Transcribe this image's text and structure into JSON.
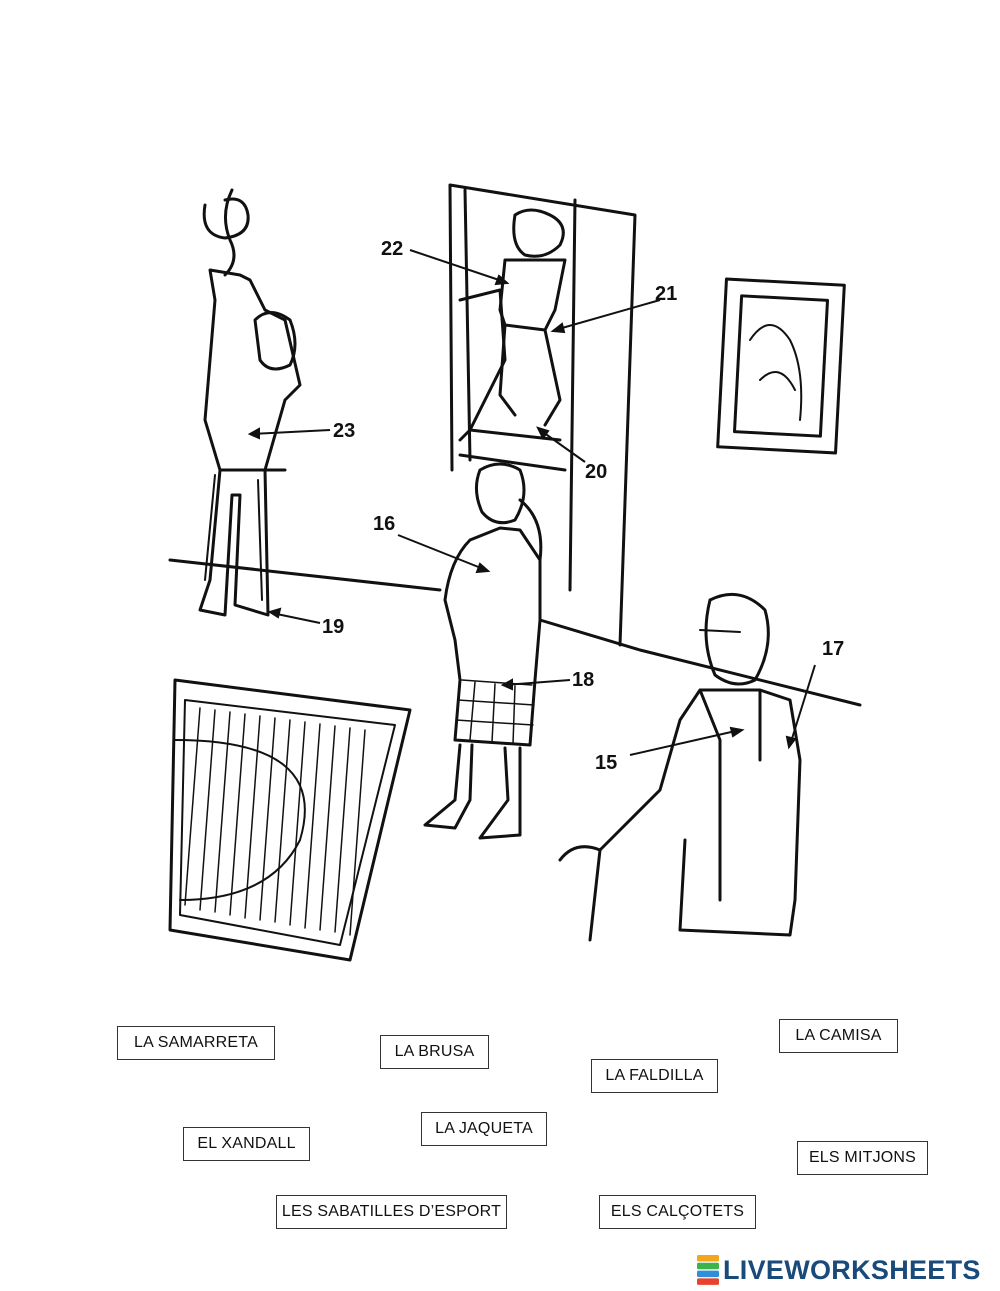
{
  "labels": [
    "22",
    "21",
    "23",
    "20",
    "16",
    "19",
    "18",
    "17",
    "15"
  ],
  "word_bank": [
    "LA SAMARRETA",
    "LA BRUSA",
    "LA CAMISA",
    "LA FALDILLA",
    "LA JAQUETA",
    "EL XANDALL",
    "ELS MITJONS",
    "LES SABATILLES D’ESPORT",
    "ELS CALÇOTETS"
  ],
  "brand": {
    "name": "LIVEWORKSHEETS",
    "logo_letters": "LIVE",
    "colors": {
      "text": "#1a4a7a",
      "l": "#f2a51f",
      "i": "#3cb44b",
      "v": "#2f8fd8",
      "e": "#e8412d"
    }
  }
}
